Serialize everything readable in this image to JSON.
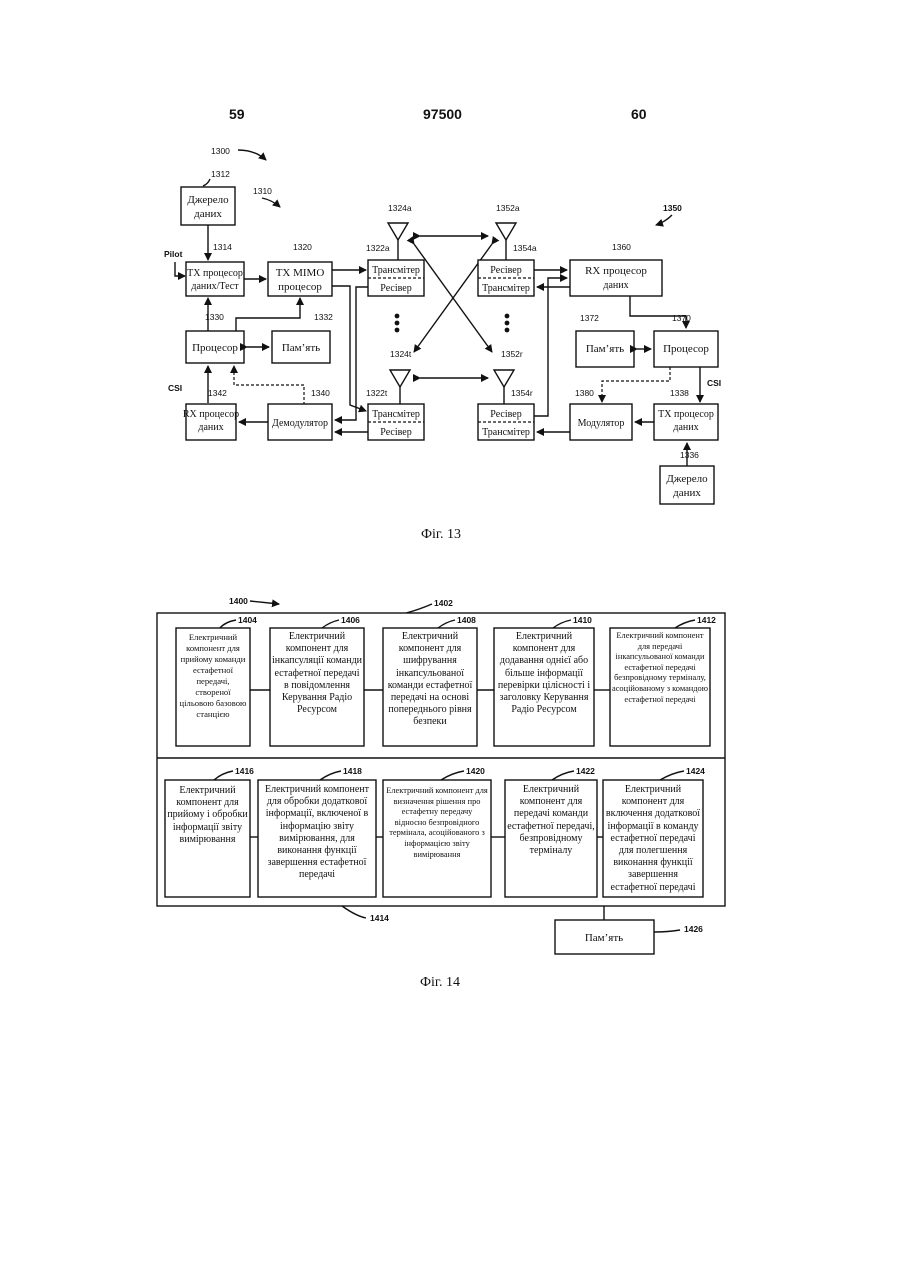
{
  "header": {
    "page_left": "59",
    "patent_number": "97500",
    "page_right": "60"
  },
  "fig13": {
    "caption": "Фіг. 13",
    "refs": {
      "r1300": "1300",
      "r1310": "1310",
      "r1312": "1312",
      "r1314": "1314",
      "r1320": "1320",
      "r1322a": "1322a",
      "r1322t": "1322t",
      "r1324a": "1324a",
      "r1324t": "1324t",
      "r1330": "1330",
      "r1332": "1332",
      "r1340": "1340",
      "r1342": "1342",
      "r1350": "1350",
      "r1352a": "1352a",
      "r1352r": "1352r",
      "r1354a": "1354a",
      "r1354r": "1354r",
      "r1360": "1360",
      "r1370": "1370",
      "r1372": "1372",
      "r1380": "1380",
      "r1338": "1338",
      "r1336": "1336"
    },
    "labels": {
      "pilot": "Pilot",
      "csi_left": "CSI",
      "csi_right": "CSI",
      "src_l1": "Джерело",
      "src_l2": "даних",
      "txp_l1": "TX процесор",
      "txp_l2": "даних/Тест",
      "mimo_l1": "TX MIMO",
      "mimo_l2": "процесор",
      "proc": "Процесор",
      "mem": "Пам’ять",
      "rxp_l1": "RX процесор",
      "rxp_l2": "даних",
      "demod": "Демодулятор",
      "trans_sub1": "Трансмітер",
      "trans_rec1": "Ресівер",
      "trans_t": "Трансмітер",
      "rec_t": "Ресівер",
      "rr_rec_a": "Ресівер",
      "rr_trans_a": "Трансмітер",
      "rx_data_l1": "RX процесор",
      "rx_data_l2": "даних",
      "mem_r": "Пам’ять",
      "proc_r": "Процесор",
      "rr_rec_r": "Ресівер",
      "rr_trans_r": "Трансмітер",
      "mod": "Модулятор",
      "txr_l1": "TX процесор",
      "txr_l2": "даних",
      "src_r1": "Джерело",
      "src_r2": "даних"
    }
  },
  "fig14": {
    "caption": "Фіг. 14",
    "refs": {
      "r1400": "1400",
      "r1402": "1402",
      "r1404": "1404",
      "r1406": "1406",
      "r1408": "1408",
      "r1410": "1410",
      "r1412": "1412",
      "r1414": "1414",
      "r1416": "1416",
      "r1418": "1418",
      "r1420": "1420",
      "r1422": "1422",
      "r1424": "1424",
      "r1426": "1426"
    },
    "boxes": {
      "b1404": "Електричний компонент для прийому команди естафетної передачі, створеної цільовою базовою станцією",
      "b1406": "Електричний компонент для інкапсуляції команди естафетної передачі в повідомлення Керування Радіо Ресурсом",
      "b1408": "Електричний компонент для шифрування інкапсульованої команди естафетної передачі на основі попереднього рівня безпеки",
      "b1410": "Електричний компонент для додавання однієї або більше інформації перевірки цілісності і заголовку Керування Радіо Ресурсом",
      "b1412": "Електричний компонент для передачі інкапсульованої команди естафетної передачі безпровідному терміналу, асоційованому з командою естафетної передачі",
      "b1416": "Електричний компонент для прийому і обробки інформації звіту вимірювання",
      "b1418": "Електричний компонент для обробки додаткової інформації, включеної в інформацію звіту вимірювання, для виконання функції завершення естафетної передачі",
      "b1420": "Електричний компонент для визначення рішення про естафетну передачу відносно безпровідного термінала, асоційованого з інформацією звіту вимірювання",
      "b1422": "Електричний компонент для передачі команди естафетної передачі, безпровідному терміналу",
      "b1424": "Електричний компонент для включення додаткової інформації в команду естафетної передачі для полегшення виконання функції завершення естафетної передачі",
      "memory": "Пам’ять"
    }
  }
}
